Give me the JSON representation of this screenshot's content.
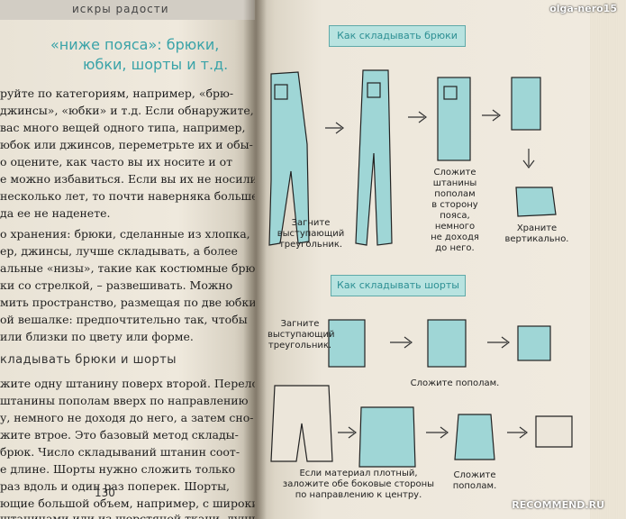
{
  "watermark": "olga-nero15",
  "recommend": "RECOMMEND.RU",
  "left_page": {
    "running_head": "искры радости",
    "heading_lines": [
      "«ниже пояса»: брюки,",
      "юбки, шорты и т.д."
    ],
    "body_lines": [
      "руйте по категориям, например, «брю-",
      "джинсы», «юбки» и т.д. Если обнаружите,",
      "вас много вещей одного типа, например,",
      "юбок или джинсов, переметрьте их и обы-",
      "о оцените, как часто вы их носите и от",
      "е можно избавиться. Если вы их не носили",
      "несколько лет, то почти наверняка больше",
      "да ее не наденете.",
      "",
      "о хранения: брюки, сделанные из хлопка,",
      "ер, джинсы, лучше складывать, а более",
      "альные «низы», такие как костюмные брю-",
      "ки со стрелкой, – развешивать. Можно",
      "мить пространство, размещая по две юбки",
      "ой вешалке: предпочтительно так, чтобы",
      "или близки по цвету или форме."
    ],
    "subheading": "кладывать брюки и шорты",
    "body_lines_2": [
      "жите одну штанину поверх второй. Перело-",
      "штанины пополам вверх по направлению",
      "у, немного не доходя до него, а затем сно-",
      "жите втрое. Это базовый метод склады-",
      "брюк. Число складываний штанин соот-",
      "е длине. Шорты нужно сложить только",
      "раз вдоль и один раз поперек. Шорты,",
      "ющие большой объем, например, с широки-",
      "штанинами или из шерстяной ткани, лучше"
    ],
    "page_number": "130"
  },
  "right_page": {
    "banner_pants": "Как складывать брюки",
    "banner_shorts": "Как складывать шорты",
    "cap_triangle": [
      "Загните",
      "выступающий",
      "треугольник."
    ],
    "cap_fold_leg": [
      "Сложите",
      "штанины",
      "пополам",
      "в сторону",
      "пояса,",
      "немного",
      "не доходя",
      "до него."
    ],
    "cap_store": [
      "Храните",
      "вертикально."
    ],
    "cap_shorts_triangle": [
      "Загните",
      "выступающий",
      "треугольник."
    ],
    "cap_shorts_half": "Сложите пополам.",
    "cap_thick": [
      "Если материал плотный,",
      "заложите обе боковые стороны",
      "по направлению к центру."
    ],
    "cap_thick_half": [
      "Сложите",
      "пополам."
    ]
  },
  "colors": {
    "accent": "#3aa3a8",
    "fill": "#9fd6d6",
    "banner": "#b8e3e0"
  }
}
